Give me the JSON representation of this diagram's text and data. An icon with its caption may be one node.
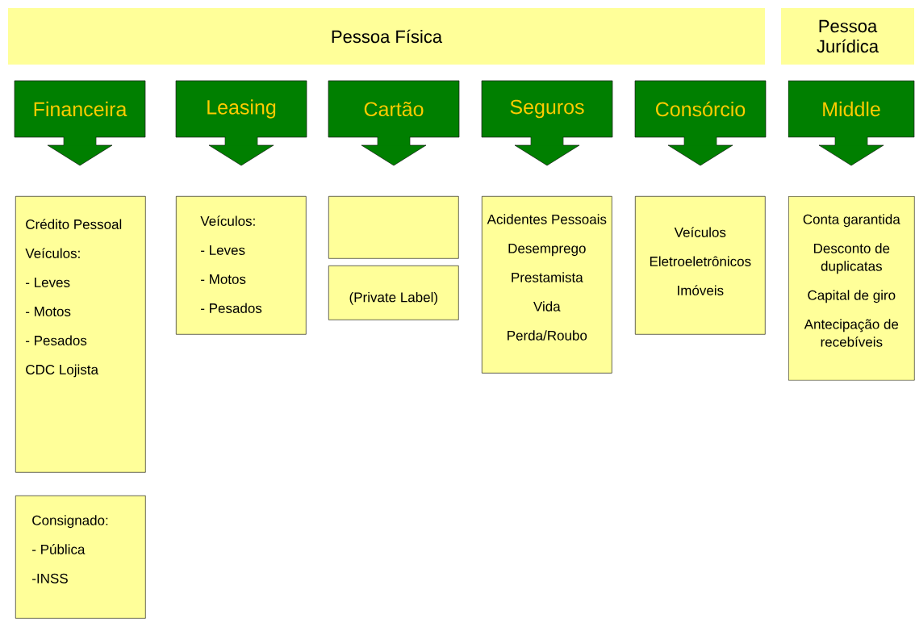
{
  "diagram": {
    "nodes": [
      {
        "text": [
          "Pessoa Física"
        ]
      },
      {
        "text": [
          "Pessoa Jurídica"
        ]
      },
      {
        "text": [
          "Financeira"
        ]
      },
      {
        "text": [
          "Leasing"
        ]
      },
      {
        "text": [
          "Cartão"
        ]
      },
      {
        "text": [
          "Seguros"
        ]
      },
      {
        "text": [
          "Consórcio"
        ]
      },
      {
        "text": [
          "Middle"
        ]
      },
      {
        "text": [
          "Crédito Pessoal",
          "Veículos:",
          "- Leves",
          "- Motos",
          "- Pesados",
          "CDC Lojista"
        ]
      },
      {
        "text": [
          "Consignado:",
          "- Pública",
          "-INSS"
        ]
      },
      {
        "text": [
          "Veículos:",
          "- Leves",
          "- Motos",
          "- Pesados"
        ]
      },
      {
        "text": [],
        "shape": "box"
      },
      {
        "text": [
          "(Private Label)"
        ]
      },
      {
        "text": [
          "Acidentes Pessoais",
          "Desemprego",
          "Prestamista",
          "Vida",
          "Perda/Roubo"
        ]
      },
      {
        "text": [
          "Veículos",
          "Eletroeletrônicos",
          "Imóveis"
        ]
      },
      {
        "text": [
          "Conta garantida",
          "Desconto de duplicatas",
          "Capital de giro",
          "Antecipação de recebíveis"
        ]
      }
    ]
  }
}
